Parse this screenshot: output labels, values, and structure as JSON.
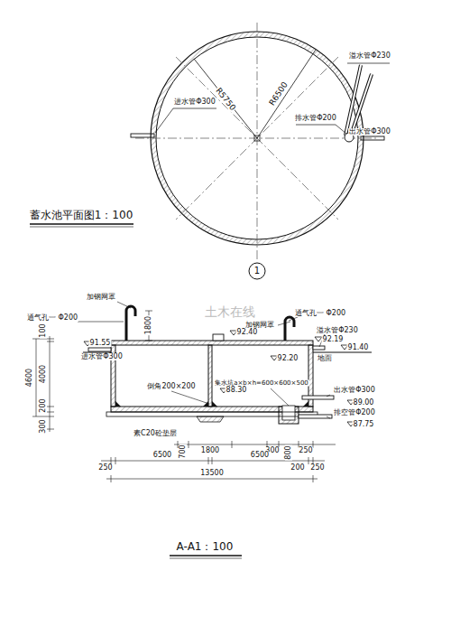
{
  "diagram": {
    "labels": [
      "蓄水池平面图1：100",
      "R5750",
      "R6500",
      "溢水管Φ230",
      "排水管Φ200",
      "出水管Φ300",
      "进水管Φ300",
      "1",
      "土木在线",
      "加钢网罩",
      "通气孔一 Φ200",
      "1800",
      "通气孔一 Φ200",
      "加钢网罩",
      "溢水管Φ230",
      "92.40",
      "92.19",
      "地面",
      "91.40",
      "92.20",
      "91.55",
      "进水管Φ300",
      "4600",
      "100",
      "4000",
      "200",
      "300",
      "倒角200×200",
      "集水坑a×b×h=600×600×500",
      "88.30",
      "出水管Φ300",
      "89.00",
      "排空管Φ200",
      "87.75",
      "素C20砼垫层",
      "700",
      "1800",
      "300",
      "800",
      "250",
      "250",
      "6500",
      "6500",
      "200",
      "250",
      "13500",
      "A-A1：100"
    ]
  }
}
